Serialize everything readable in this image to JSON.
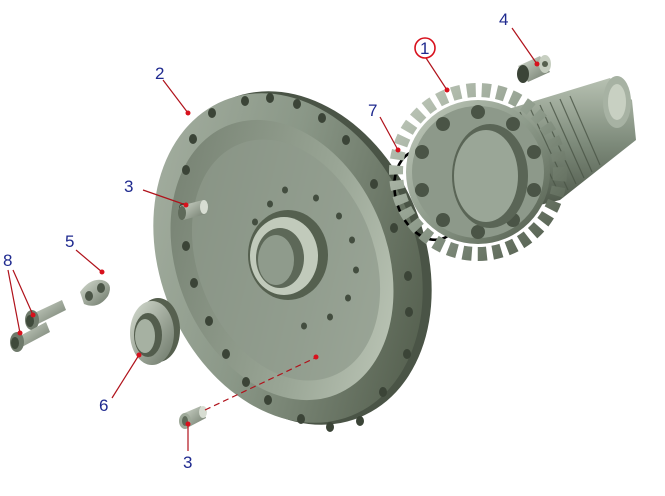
{
  "callouts": [
    {
      "id": "1",
      "label": "1",
      "circled": true
    },
    {
      "id": "2",
      "label": "2"
    },
    {
      "id": "3a",
      "label": "3"
    },
    {
      "id": "3b",
      "label": "3"
    },
    {
      "id": "4",
      "label": "4"
    },
    {
      "id": "5",
      "label": "5"
    },
    {
      "id": "6",
      "label": "6"
    },
    {
      "id": "7",
      "label": "7"
    },
    {
      "id": "8",
      "label": "8"
    }
  ],
  "colors": {
    "metal_dark": "#3f4a3f",
    "metal_mid": "#7f8c7c",
    "metal_light": "#c9d2c3",
    "callout_text": "#1f2a8f",
    "leader": "#b0121b",
    "oring": "#000000"
  }
}
